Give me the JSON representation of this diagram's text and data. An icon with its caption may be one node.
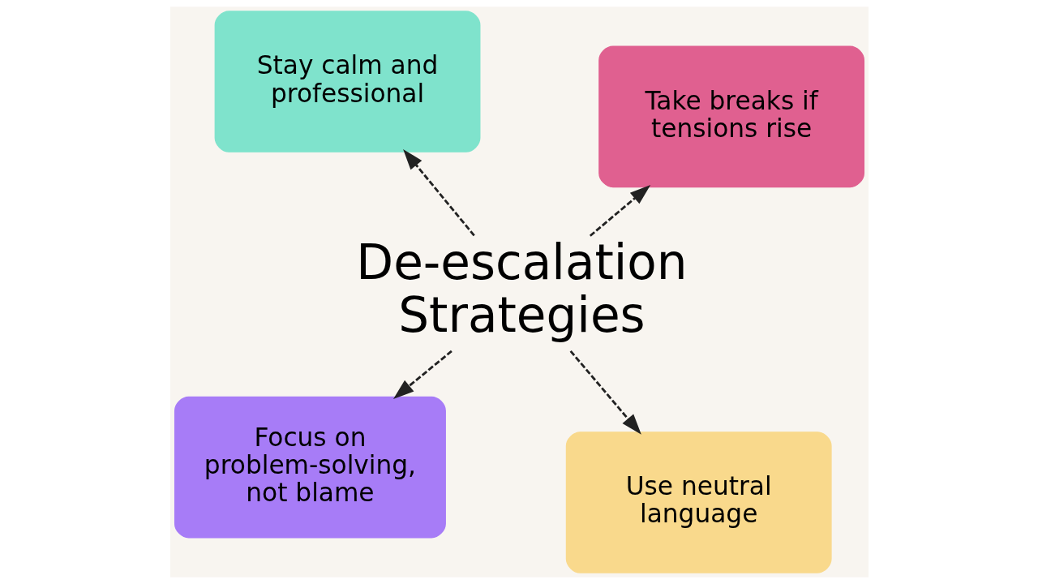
{
  "diagram": {
    "nodes": [
      {
        "text": [
          "Stay calm and professional"
        ]
      },
      {
        "text": [
          "Take breaks if tensions rise"
        ]
      },
      {
        "text": [
          "De-escalation Strategies"
        ]
      },
      {
        "text": [
          "Focus on problem-solving, not blame"
        ]
      },
      {
        "text": [
          "Use neutral language"
        ]
      }
    ],
    "edges": [
      {
        "from": 2,
        "to": 0,
        "arrow": "to",
        "style": "dashed"
      },
      {
        "from": 2,
        "to": 1,
        "arrow": "to",
        "style": "dashed"
      },
      {
        "from": 2,
        "to": 3,
        "arrow": "to",
        "style": "dashed"
      },
      {
        "from": 2,
        "to": 4,
        "arrow": "to",
        "style": "dashed"
      }
    ]
  }
}
